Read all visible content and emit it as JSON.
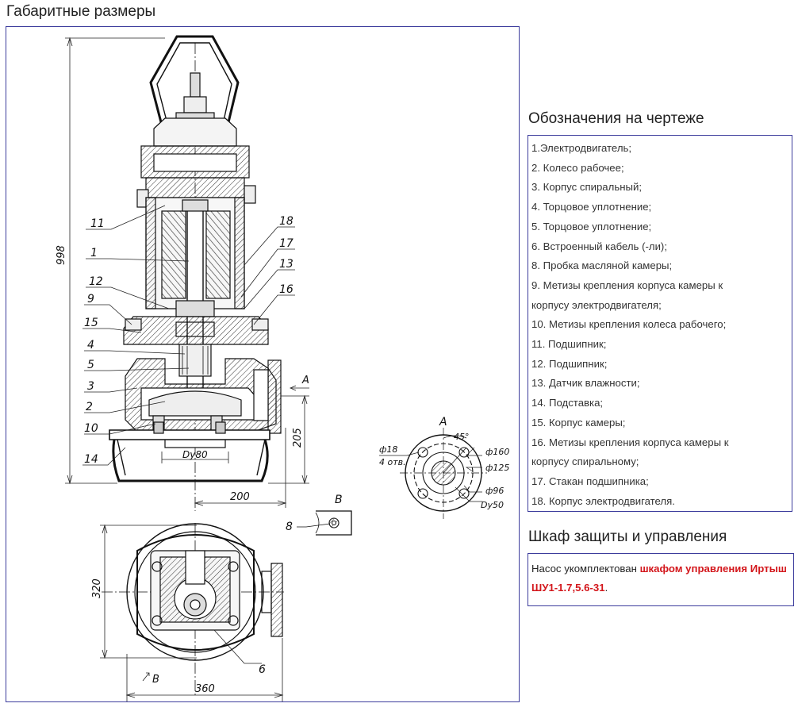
{
  "page_title": "Габаритные размеры",
  "legend": {
    "title": "Обозначения на чертеже",
    "items": [
      "1.Электродвигатель;",
      "2. Колесо рабочее;",
      "3. Корпус спиральный;",
      "4. Торцовое уплотнение;",
      "5. Торцовое уплотнение;",
      "6. Встроенный кабель (-ли);",
      "8. Пробка масляной камеры;",
      "9. Метизы крепления корпуса камеры к",
      "корпусу электродвигателя;",
      "10. Метизы крепления колеса рабочего;",
      "11. Подшипник;",
      "12. Подшипник;",
      "13. Датчик влажности;",
      "14. Подставка;",
      "15. Корпус камеры;",
      "16. Метизы крепления корпуса камеры к",
      "корпусу спиральному;",
      "17. Стакан подшипника;",
      "18. Корпус электродвигателя."
    ]
  },
  "cabinet": {
    "title": "Шкаф защиты и управления",
    "text_before": "Насос укомплектован ",
    "text_highlight": "шкафом управления Иртыш ШУ1-1.7,5.6-31",
    "text_after": "."
  },
  "drawing": {
    "callouts": [
      "11",
      "1",
      "12",
      "9",
      "15",
      "4",
      "5",
      "3",
      "2",
      "10",
      "14",
      "18",
      "17",
      "13",
      "16",
      "6",
      "8"
    ],
    "dimensions": {
      "height_total": "998",
      "height_outlet": "205",
      "width_outlet": "200",
      "width_plan": "360",
      "height_plan": "320",
      "dn_inlet": "Dy80",
      "flange_holes": "ф18",
      "flange_holes_count": "4 отв.",
      "flange_angle": "45°",
      "flange_d1": "ф160",
      "flange_d2": "ф125",
      "flange_d3": "ф96",
      "flange_dn": "Dy50"
    },
    "view_a": "A",
    "view_a_arrow": "A",
    "view_b": "B",
    "view_b_arrow": "B"
  }
}
